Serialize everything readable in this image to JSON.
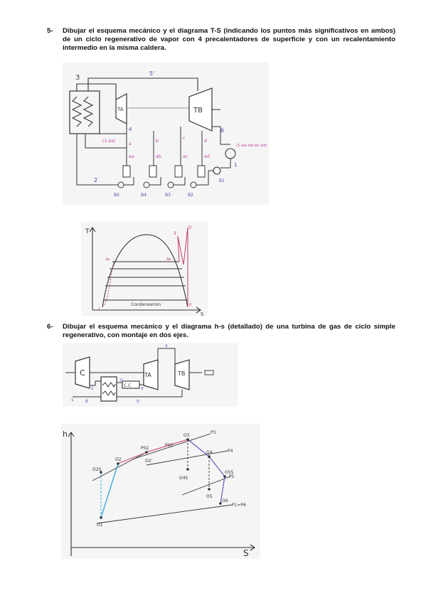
{
  "questions": [
    {
      "number": "5-",
      "text": "Dibujar el esquema mecánico y el diagrama T-S (indicando los puntos más significativos en ambos) de un ciclo regenerativo de vapor con 4 precalentadores de superficie y con un recalentamiento intermedio en la misma caldera."
    },
    {
      "number": "6-",
      "text": "Dibujar el esquema mecánico y el diagrama h-s (detallado) de una turbina de gas de ciclo simple regenerativo, con montaje en dos ejes."
    }
  ],
  "fig1": {
    "points": {
      "p3": "3",
      "p5": "5'",
      "p4": "4",
      "p6": "6",
      "p2": "2",
      "p1": "1"
    },
    "turbines": {
      "ta": "TA",
      "tb": "TB"
    },
    "extractions": {
      "a": "a",
      "b": "b",
      "c": "c",
      "d": "d"
    },
    "mass_left": "(1-αa)",
    "mass_right": "(1-αa-αb-αc-αd)",
    "fractions": [
      "αa",
      "αb",
      "αc",
      "αd"
    ],
    "pumps": [
      "B5",
      "B4",
      "B3",
      "B2",
      "B1"
    ]
  },
  "fig2": {
    "axis_t": "T",
    "axis_s": "S",
    "label_condensation": "Condensacion",
    "points": [
      "3",
      "5'",
      "2a",
      "4a",
      "1",
      "6"
    ]
  },
  "fig3": {
    "compressor": "C",
    "cc": "C.C",
    "ta": "TA",
    "tb": "TB",
    "points": {
      "p1": "1",
      "p2": "2",
      "p3": "3",
      "p4": "4",
      "p5": "5'",
      "p6": "6",
      "p2p": "2'"
    }
  },
  "fig4": {
    "axis_h": "h",
    "axis_s": "S",
    "labels": {
      "o2s": "O2S",
      "o2": "O2",
      "p02": "P02",
      "p02p": "P02'",
      "o2p": "O2'",
      "o3": "O3",
      "p3": "P3",
      "o4": "O4",
      "p4": "P4",
      "o4s": "O4S",
      "o5": "O5",
      "p5": "P5",
      "o5s": "O5S",
      "o6": "O6",
      "p6": "P1=P6",
      "o1": "O1"
    }
  }
}
